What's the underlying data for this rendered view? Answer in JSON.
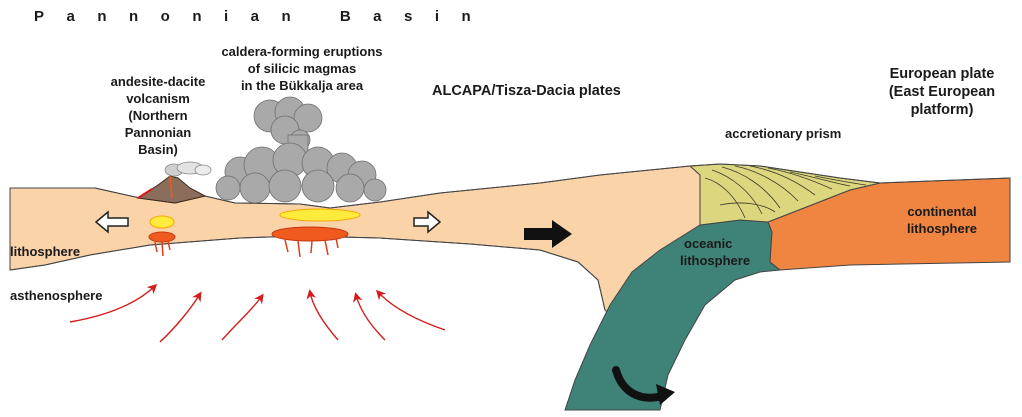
{
  "diagram": {
    "title": "Pannonian Basin",
    "labels": {
      "caldera": [
        "caldera-forming eruptions",
        "of silicic magmas",
        "in the Bükkalja area"
      ],
      "andesite": [
        "andesite-dacite",
        "volcanism",
        "(Northern",
        "Pannonian",
        "Basin)"
      ],
      "alcapa": "ALCAPA/Tisza-Dacia  plates",
      "european": [
        "European plate",
        "(East European",
        "platform)"
      ],
      "accretionary": "accretionary prism",
      "continental": [
        "continental",
        "lithosphere"
      ],
      "oceanic": [
        "oceanic",
        "lithosphere"
      ],
      "lithosphere": "lithosphere",
      "asthenosphere": "asthenosphere"
    },
    "colors": {
      "lithosphere": "#fad3a8",
      "oceanic": "#3f8378",
      "continental": "#ef8540",
      "prism": "#dcd77e",
      "ash": "#a9a9a9",
      "volcano": "#8b6d5b",
      "magma_hot": "#f05a1e",
      "magma_yellow": "#ffeb3b",
      "mantle_arrow": "#d41c1c",
      "motion_arrow": "#111111"
    },
    "icons": [
      "outline-arrow-left-icon",
      "outline-arrow-right-icon",
      "plate-motion-arrow-icon",
      "slab-rollback-arrow-icon",
      "mantle-flow-arrow-icon"
    ]
  }
}
